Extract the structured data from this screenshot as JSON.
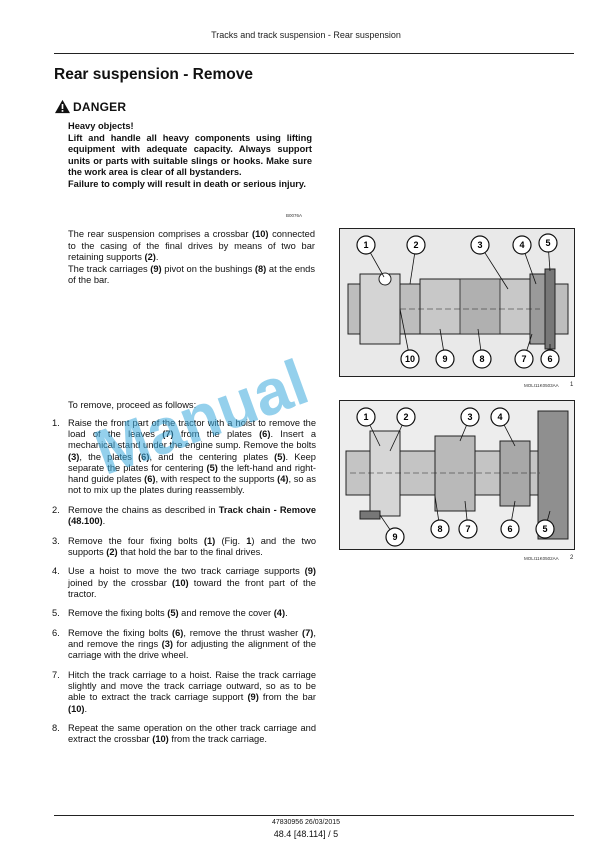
{
  "header": {
    "running_head": "Tracks and track suspension - Rear suspension"
  },
  "section": {
    "title": "Rear suspension - Remove"
  },
  "danger": {
    "label": "DANGER",
    "lines": [
      "Heavy objects!",
      "Lift and handle all heavy components using lifting equipment with adequate capacity. Always support units or parts with suitable slings or hooks. Make sure the work area is clear of all bystanders.",
      "Failure to comply will result in death or serious injury."
    ],
    "code": "B0076A"
  },
  "intro": {
    "p1_a": "The rear suspension comprises a crossbar ",
    "p1_b": "(10)",
    "p1_c": " connected to the casing of the final drives by means of two bar retaining supports ",
    "p1_d": "(2)",
    "p1_e": ".",
    "p2_a": "The track carriages ",
    "p2_b": "(9)",
    "p2_c": " pivot on the bushings ",
    "p2_d": "(8)",
    "p2_e": " at the ends of the bar."
  },
  "proceed": "To remove, proceed as follows:",
  "steps": [
    {
      "n": "1.",
      "parts": [
        {
          "t": "Raise the front part of the tractor with a hoist to remove the load of the leaves "
        },
        {
          "t": "(7)",
          "b": true
        },
        {
          "t": " from the plates "
        },
        {
          "t": "(6)",
          "b": true
        },
        {
          "t": ". Insert a mechanical stand under the engine sump. Remove the bolts "
        },
        {
          "t": "(3)",
          "b": true
        },
        {
          "t": ", the plates "
        },
        {
          "t": "(6)",
          "b": true
        },
        {
          "t": ", and the centering plates "
        },
        {
          "t": "(5)",
          "b": true
        },
        {
          "t": ". Keep separate the plates for centering "
        },
        {
          "t": "(5)",
          "b": true
        },
        {
          "t": " the left-hand and right-hand guide plates "
        },
        {
          "t": "(6)",
          "b": true
        },
        {
          "t": ", with respect to the supports "
        },
        {
          "t": "(4)",
          "b": true
        },
        {
          "t": ", so as not to mix up the plates during reassembly."
        }
      ]
    },
    {
      "n": "2.",
      "parts": [
        {
          "t": "Remove the chains as described in "
        },
        {
          "t": "Track chain - Remove (48.100)",
          "b": true
        },
        {
          "t": "."
        }
      ]
    },
    {
      "n": "3.",
      "parts": [
        {
          "t": "Remove the four fixing bolts "
        },
        {
          "t": "(1)",
          "b": true
        },
        {
          "t": " (Fig. "
        },
        {
          "t": "1",
          "b": true
        },
        {
          "t": ") and the two supports "
        },
        {
          "t": "(2)",
          "b": true
        },
        {
          "t": " that hold the bar to the final drives."
        }
      ]
    },
    {
      "n": "4.",
      "parts": [
        {
          "t": "Use a hoist to move the two track carriage supports "
        },
        {
          "t": "(9)",
          "b": true
        },
        {
          "t": " joined by the crossbar "
        },
        {
          "t": "(10)",
          "b": true
        },
        {
          "t": " toward the front part of the tractor."
        }
      ]
    },
    {
      "n": "5.",
      "parts": [
        {
          "t": "Remove the fixing bolts "
        },
        {
          "t": "(5)",
          "b": true
        },
        {
          "t": " and remove the cover "
        },
        {
          "t": "(4)",
          "b": true
        },
        {
          "t": "."
        }
      ]
    },
    {
      "n": "6.",
      "parts": [
        {
          "t": "Remove the fixing bolts "
        },
        {
          "t": "(6)",
          "b": true
        },
        {
          "t": ", remove the thrust washer "
        },
        {
          "t": "(7)",
          "b": true
        },
        {
          "t": ", and remove the rings "
        },
        {
          "t": "(3)",
          "b": true
        },
        {
          "t": " for adjusting the alignment of the carriage with the drive wheel."
        }
      ]
    },
    {
      "n": "7.",
      "parts": [
        {
          "t": "Hitch the track carriage to a hoist. Raise the track carriage slightly and move the track carriage outward, so as to be able to extract the track carriage support "
        },
        {
          "t": "(9)",
          "b": true
        },
        {
          "t": " from the bar "
        },
        {
          "t": "(10)",
          "b": true
        },
        {
          "t": "."
        }
      ]
    },
    {
      "n": "8.",
      "parts": [
        {
          "t": "Repeat the same operation on the other track carriage and extract the crossbar "
        },
        {
          "t": "(10)",
          "b": true
        },
        {
          "t": " from the track carriage."
        }
      ]
    }
  ],
  "figures": [
    {
      "code": "MOLI11K0503AA",
      "number": "1",
      "callouts": [
        "1",
        "2",
        "3",
        "4",
        "5",
        "10",
        "9",
        "8",
        "7",
        "6"
      ]
    },
    {
      "code": "MOLI11K0502AA",
      "number": "2",
      "callouts": [
        "1",
        "2",
        "3",
        "4",
        "8",
        "7",
        "6",
        "5",
        "9"
      ]
    }
  ],
  "watermark": "Manual",
  "footer": {
    "code": "47830956 26/03/2015",
    "page": "48.4 [48.114] / 5"
  }
}
